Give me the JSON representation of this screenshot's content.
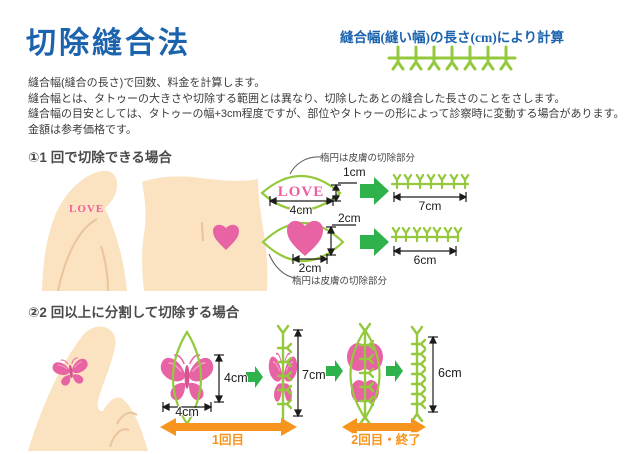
{
  "header": {
    "title": "切除縫合法",
    "calc_note": "縫合幅(縫い幅)の長さ(cm)により計算"
  },
  "intro_lines": [
    "縫合幅(縫合の長さ)で回数、料金を計算します。",
    "縫合幅とは、タトゥーの大きさや切除する範囲とは異なり、切除したあとの縫合した長さのことをさします。",
    "縫合幅の目安としては、タトゥーの幅+3cm程度ですが、部位やタトゥーの形によって診察時に変動する場合があります。",
    "金額は参考価格です。"
  ],
  "section1": {
    "heading": "①1 回で切除できる場合",
    "tattoo_love": "LOVE",
    "case_love": {
      "note": "楕円は皮膚の切除部分",
      "height": "1cm",
      "width": "4cm",
      "suture_length": "7cm"
    },
    "case_heart": {
      "note": "楕円は皮膚の切除部分",
      "height": "2cm",
      "width": "2cm",
      "suture_length": "6cm"
    }
  },
  "section2": {
    "heading": "②2 回以上に分割して切除する場合",
    "step1": {
      "height": "4cm",
      "width": "4cm",
      "suture_length": "7cm",
      "stage": "1回目"
    },
    "step2": {
      "suture_length": "6cm",
      "stage": "2回目・終了"
    }
  },
  "colors": {
    "title_blue": "#1c63ae",
    "suture_green": "#94c93d",
    "arrow_green": "#2fb14c",
    "tattoo_pink": "#e763a3",
    "skin": "#fbe3c1",
    "stage_orange": "#f7941d"
  }
}
